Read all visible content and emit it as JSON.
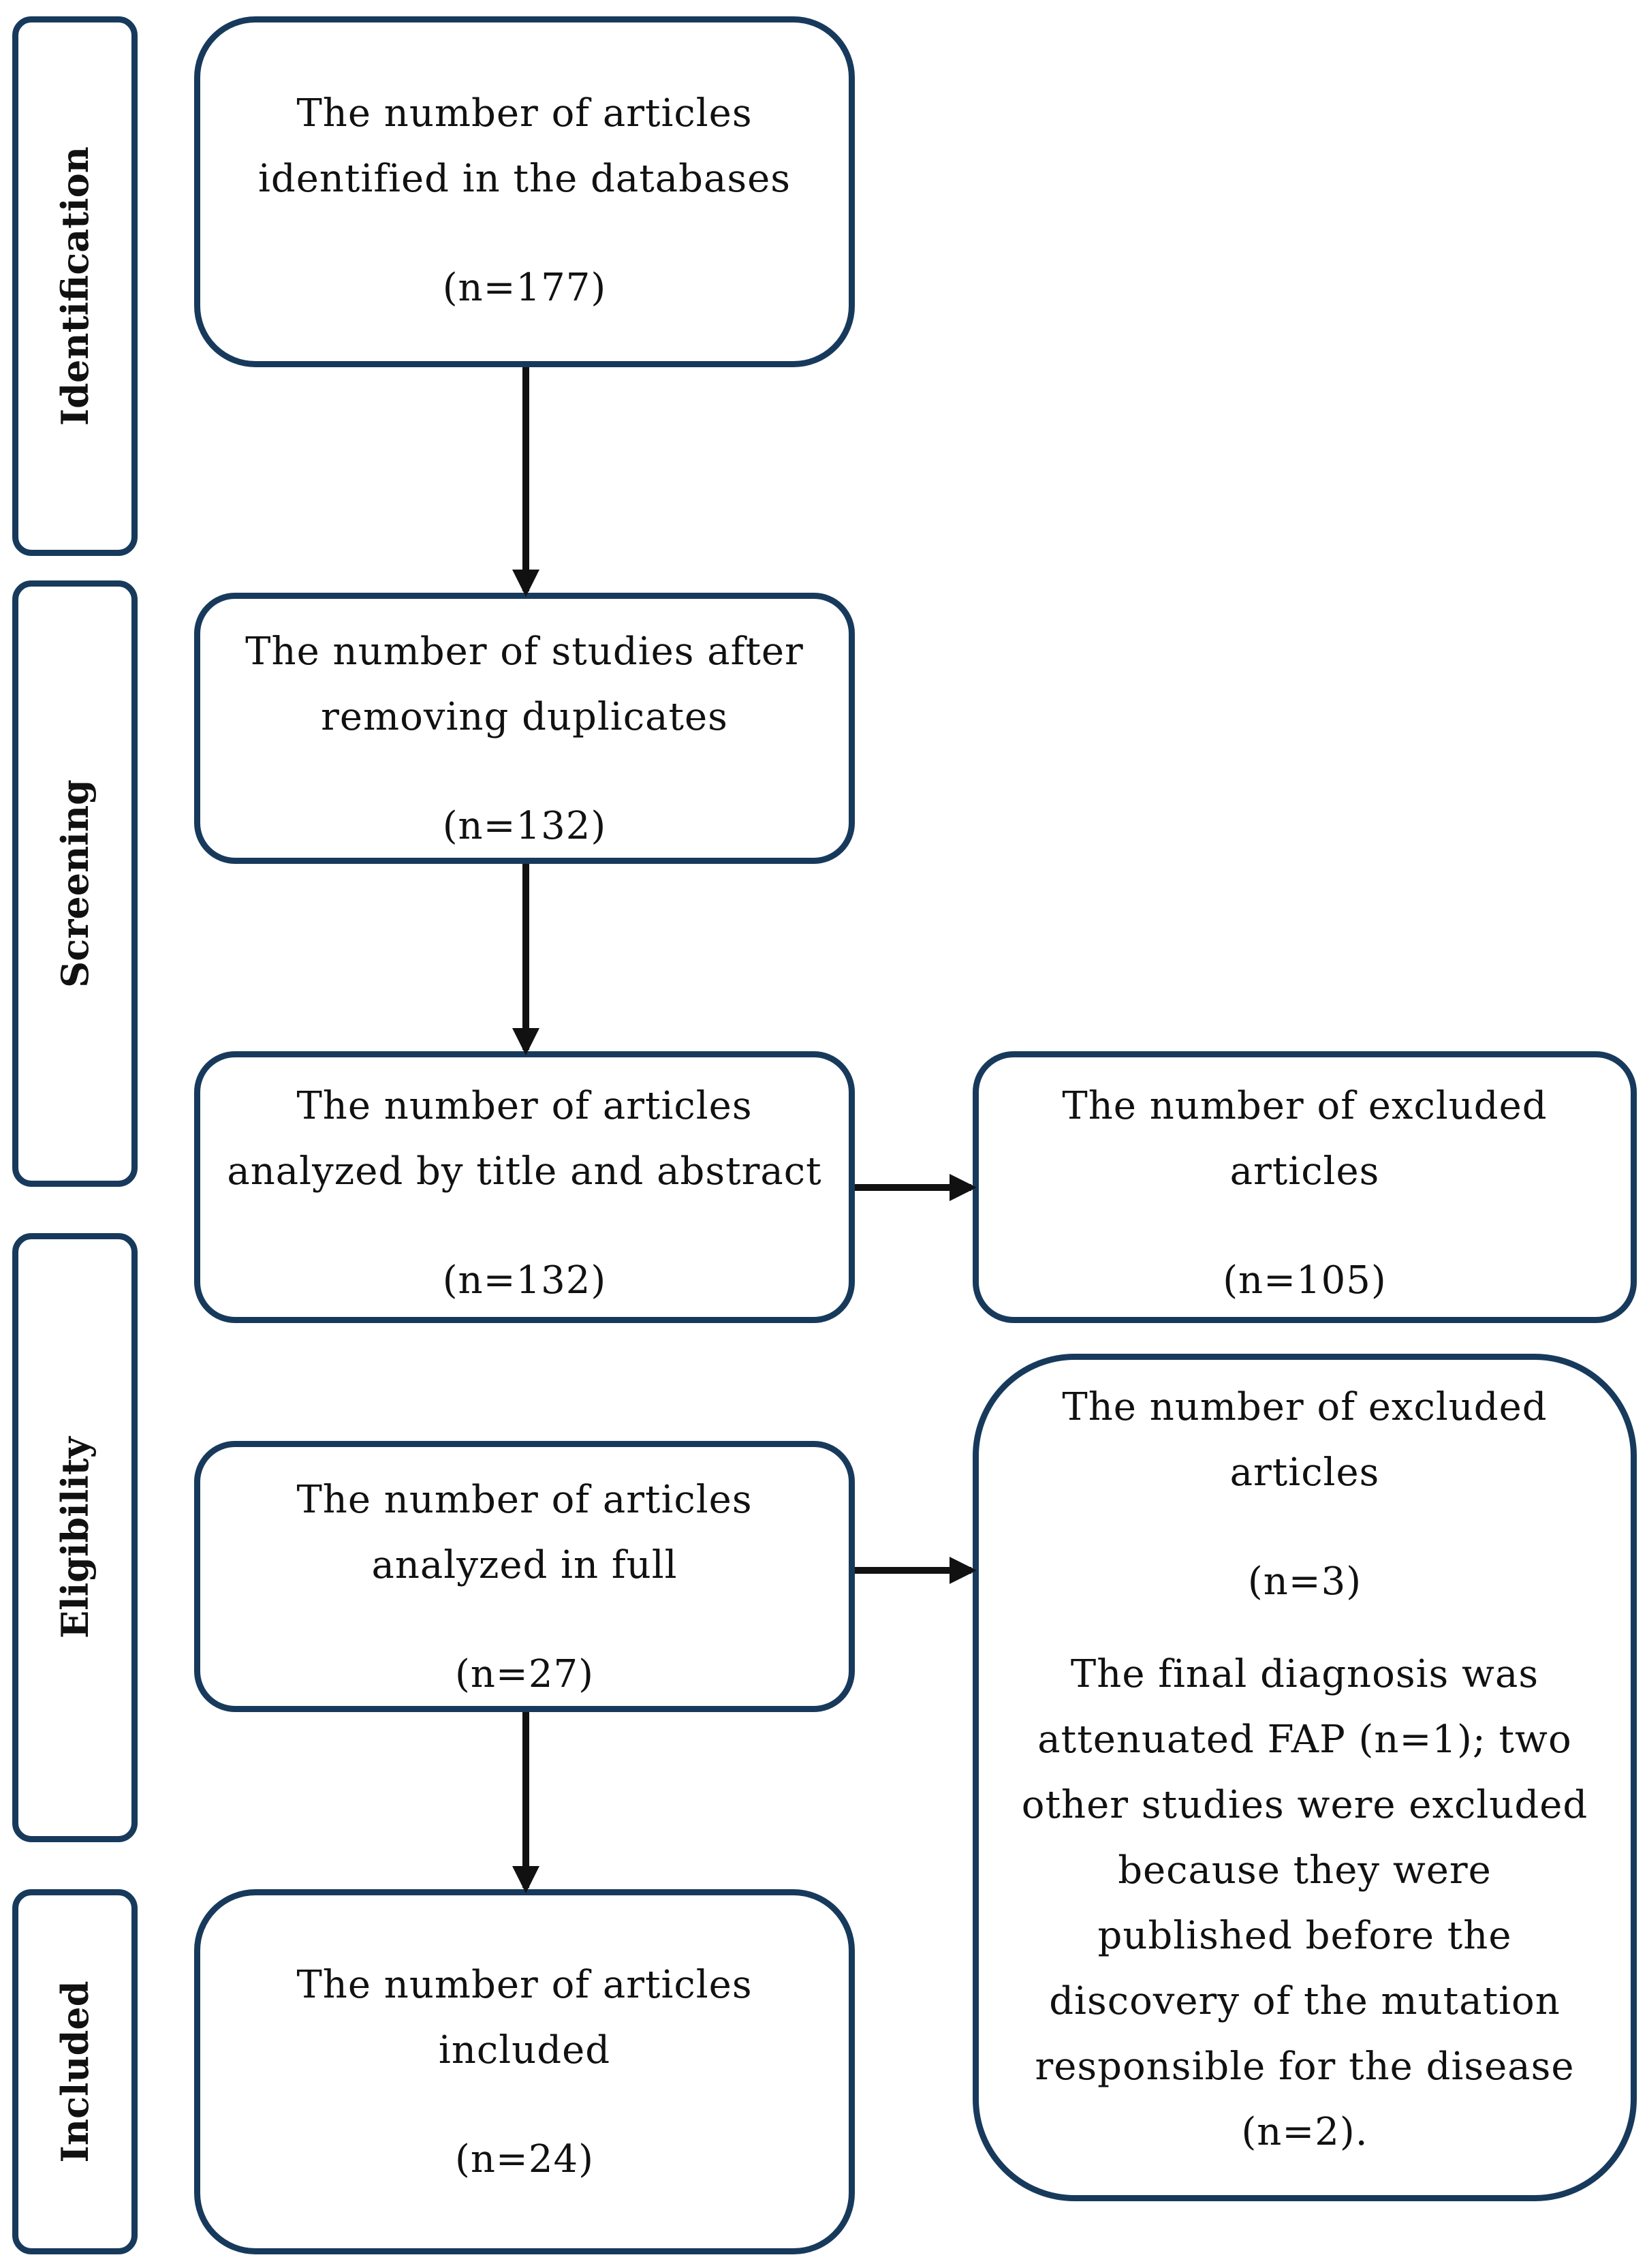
{
  "stages": {
    "identification": "Identification",
    "screening": "Screening",
    "eligibility": "Eligibility",
    "included": "Included"
  },
  "boxes": {
    "identified": {
      "line1": "The number of articles",
      "line2": "identified in the databases",
      "count": "(n=177)"
    },
    "after_duplicates": {
      "line1": "The number of studies after",
      "line2": "removing duplicates",
      "count": "(n=132)"
    },
    "title_abstract": {
      "line1": "The number of articles",
      "line2": "analyzed by title and abstract",
      "count": "(n=132)"
    },
    "excluded_first": {
      "line1": "The number of excluded",
      "line2": "articles",
      "count": "(n=105)"
    },
    "full_text": {
      "line1": "The number of articles",
      "line2": "analyzed in full",
      "count": "(n=27)"
    },
    "excluded_second": {
      "line1": "The number of excluded",
      "line2": "articles",
      "count": "(n=3)",
      "note_lines": [
        "The final diagnosis was",
        "attenuated FAP (n=1); two",
        "other studies were excluded",
        "because they were",
        "published before the",
        "discovery of the mutation",
        "responsible for the disease",
        "(n=2)."
      ]
    },
    "included": {
      "line1": "The number of articles",
      "line2": "included",
      "count": "(n=24)"
    }
  },
  "colors": {
    "border": "#173a5c",
    "arrow": "#111111",
    "text": "#111111"
  }
}
